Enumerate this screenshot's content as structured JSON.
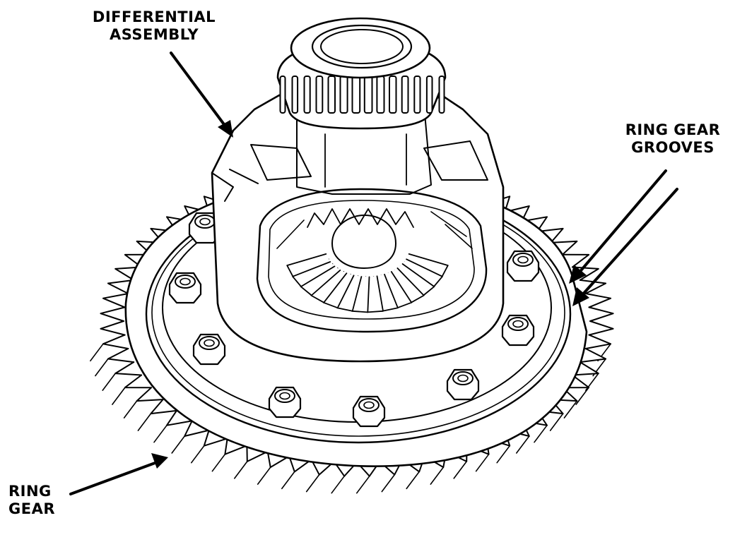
{
  "colors": {
    "ink": "#000000",
    "paper": "#ffffff"
  },
  "labels": {
    "differential": {
      "line1": "DIFFERENTIAL",
      "line2": "ASSEMBLY"
    },
    "grooves": {
      "line1": "RING GEAR",
      "line2": "GROOVES"
    },
    "ring_gear": {
      "line1": "RING",
      "line2": "GEAR"
    }
  },
  "parts": {
    "ring_gear_bolts": 10,
    "ring_gear_teeth": 64,
    "bearing_rollers": 14,
    "side_gear_teeth": 14
  }
}
